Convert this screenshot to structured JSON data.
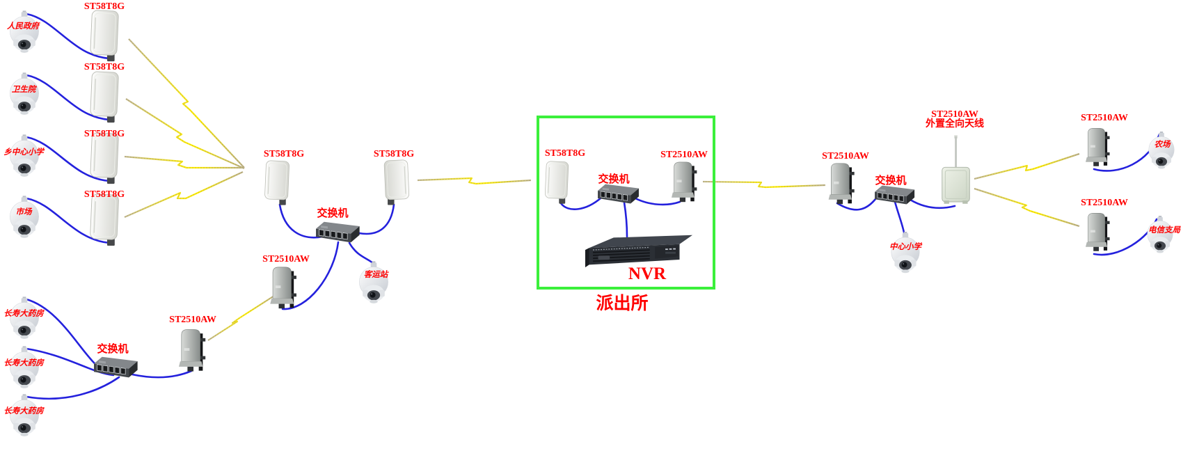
{
  "colors": {
    "label_red": "#ff0000",
    "cable_blue": "#2421dd",
    "bolt_yellow": "#ffec00",
    "bolt_khaki": "#c4ba90",
    "station_box_green": "#3bf03b"
  },
  "west_sites": [
    {
      "camera": "人民政府",
      "bridge": "ST58T8G"
    },
    {
      "camera": "卫生院",
      "bridge": "ST58T8G"
    },
    {
      "camera": "乡中心小学",
      "bridge": "ST58T8G"
    },
    {
      "camera": "市场",
      "bridge": "ST58T8G"
    }
  ],
  "west_relay": {
    "bridge_west": "ST58T8G",
    "bridge_east": "ST58T8G",
    "switch": "交换机",
    "camera": "客运站",
    "bridge_south": "ST2510AW"
  },
  "pharmacy_cluster": {
    "cameras": [
      "长寿大药房",
      "长寿大药房",
      "长寿大药房"
    ],
    "switch": "交换机",
    "bridge": "ST2510AW"
  },
  "police_station": {
    "name": "派出所",
    "bridge_west": "ST58T8G",
    "switch": "交换机",
    "bridge_east": "ST2510AW",
    "nvr": "NVR"
  },
  "east_relay": {
    "bridge": "ST2510AW",
    "switch": "交换机",
    "camera": "中心小学",
    "omni_model": "ST2510AW",
    "omni_name": "外置全向天线"
  },
  "east_sites": [
    {
      "bridge": "ST2510AW",
      "camera": "农场"
    },
    {
      "bridge": "ST2510AW",
      "camera": "电信支局"
    }
  ]
}
